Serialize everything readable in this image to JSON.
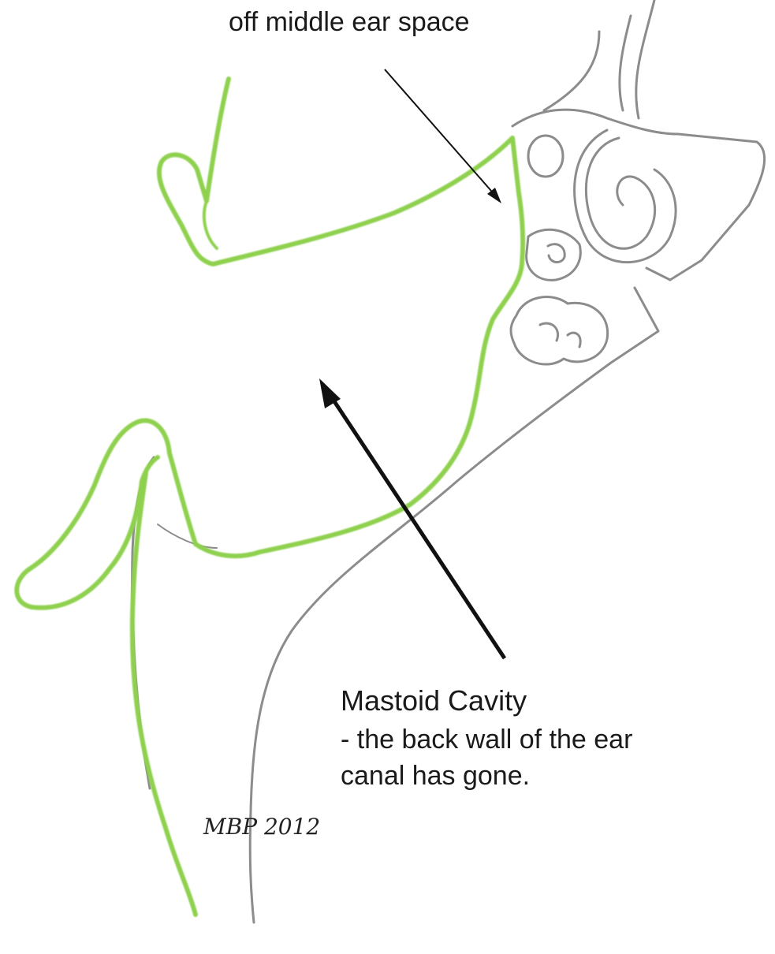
{
  "labels": {
    "top_line1": "",
    "top_line2": "off middle ear space",
    "mastoid_title": "Mastoid Cavity",
    "mastoid_desc_line1": "- the back wall of the ear",
    "mastoid_desc_line2": "canal has gone."
  },
  "signature": "MBP 2012",
  "colors": {
    "green_outline": "#8fd14f",
    "gray_outline": "#8c8c8c",
    "arrow": "#111111",
    "background": "#ffffff"
  }
}
